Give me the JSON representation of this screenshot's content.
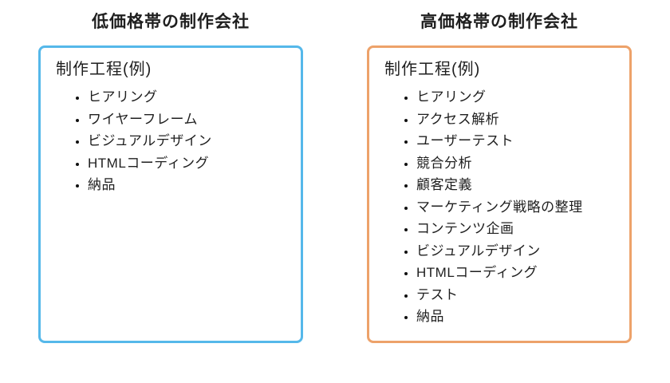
{
  "page": {
    "background_color": "#ffffff",
    "text_color": "#1f1f1f"
  },
  "columns": [
    {
      "title": "低価格帯の制作会社",
      "accent_color": "#55b8ea",
      "box_heading": "制作工程(例)",
      "items": [
        "ヒアリング",
        "ワイヤーフレーム",
        "ビジュアルデザイン",
        "HTMLコーディング",
        "納品"
      ]
    },
    {
      "title": "高価格帯の制作会社",
      "accent_color": "#eda26a",
      "box_heading": "制作工程(例)",
      "items": [
        "ヒアリング",
        "アクセス解析",
        "ユーザーテスト",
        "競合分析",
        "顧客定義",
        "マーケティング戦略の整理",
        "コンテンツ企画",
        "ビジュアルデザイン",
        "HTMLコーディング",
        "テスト",
        "納品"
      ]
    }
  ]
}
